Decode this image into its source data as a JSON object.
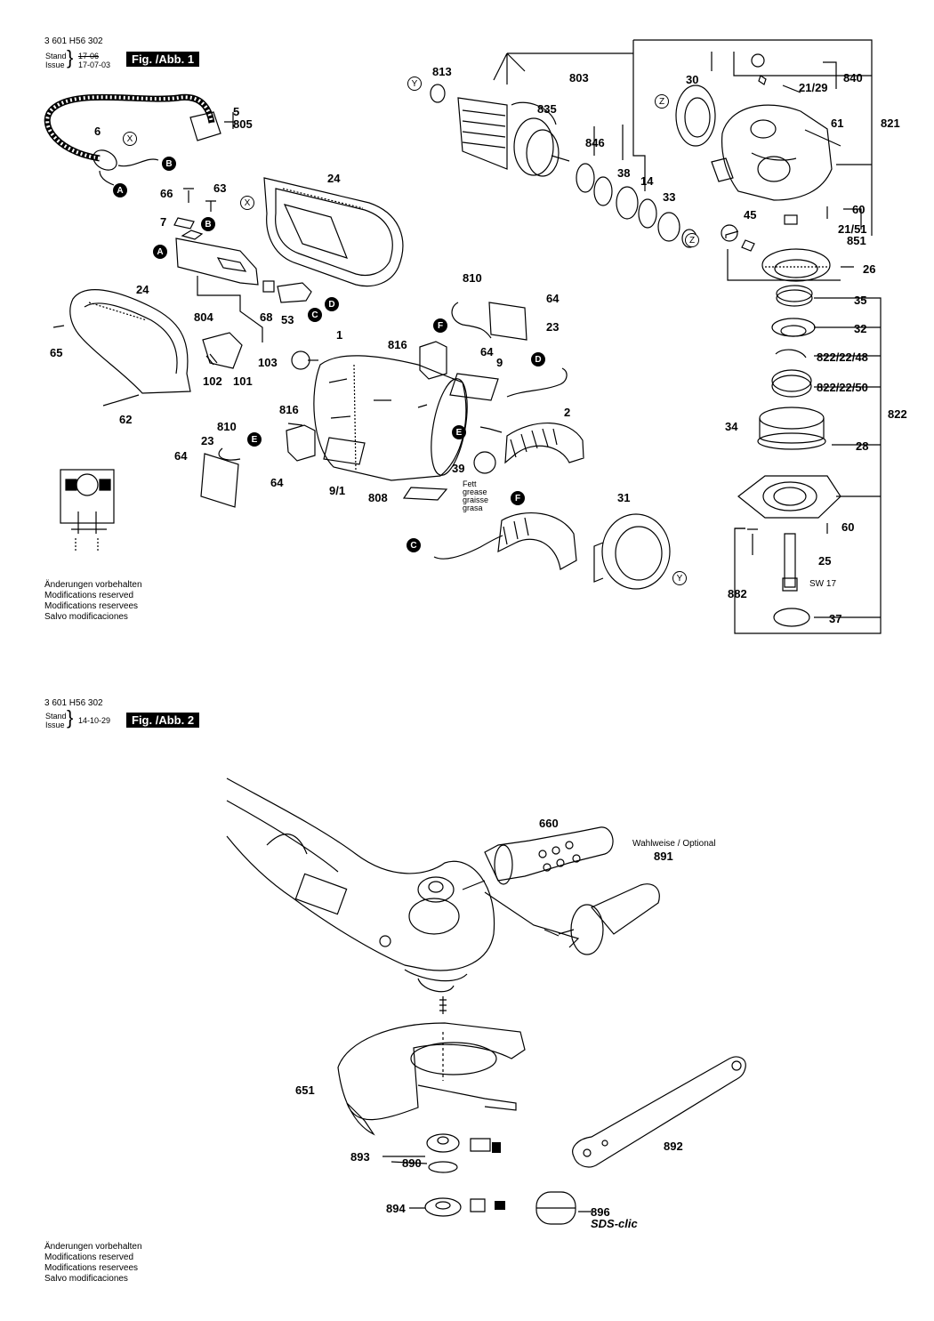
{
  "fig1": {
    "code": "3 601 H56 302",
    "stand_label": "Stand",
    "issue_label": "Issue",
    "date_old": "17-06",
    "date_new": "17-07-03",
    "fig_label": "Fig. /Abb. 1",
    "notes": [
      "Änderungen vorbehalten",
      "Modifications reserved",
      "Modifications reservees",
      "Salvo modificaciones"
    ],
    "labels": {
      "l5": "5",
      "l805": "805",
      "l6": "6",
      "l24a": "24",
      "l66": "66",
      "l63": "63",
      "l7": "7",
      "l24b": "24",
      "l65": "65",
      "l804": "804",
      "l68": "68",
      "l53": "53",
      "l103": "103",
      "l102": "102",
      "l101": "101",
      "l62": "62",
      "l1": "1",
      "l810a": "810",
      "l816a": "816",
      "l64a": "64",
      "l23a": "23",
      "l9": "9",
      "l2": "2",
      "l810b": "810",
      "l816b": "816",
      "l23b": "23",
      "l64b": "64",
      "l64c": "64",
      "l91": "9/1",
      "l808": "808",
      "l39": "39",
      "l31": "31",
      "l813": "813",
      "l803": "803",
      "l835": "835",
      "l846": "846",
      "l38": "38",
      "l14": "14",
      "l33": "33",
      "l30": "30",
      "l840": "840",
      "l2129": "21/29",
      "l61": "61",
      "l821": "821",
      "l60a": "60",
      "l45": "45",
      "l2151": "21/51",
      "l851": "851",
      "l26": "26",
      "l35": "35",
      "l32": "32",
      "l82248": "822/22/48",
      "l82250": "822/22/50",
      "l822": "822",
      "l34": "34",
      "l28": "28",
      "l60b": "60",
      "l25": "25",
      "lsw17": "SW 17",
      "l882": "882",
      "l37": "37",
      "l64d": "64"
    },
    "grease": [
      "Fett",
      "grease",
      "graisse",
      "grasa"
    ],
    "markers": {
      "x": "X",
      "y": "Y",
      "z": "Z",
      "a": "A",
      "b": "B",
      "c": "C",
      "d": "D",
      "e": "E",
      "f": "F"
    }
  },
  "fig2": {
    "code": "3 601 H56 302",
    "stand_label": "Stand",
    "issue_label": "Issue",
    "date": "14-10-29",
    "fig_label": "Fig. /Abb. 2",
    "notes": [
      "Änderungen vorbehalten",
      "Modifications reserved",
      "Modifications reservees",
      "Salvo modificaciones"
    ],
    "optional": "Wahlweise / Optional",
    "labels": {
      "l660": "660",
      "l891": "891",
      "l651": "651",
      "l892": "892",
      "l893": "893",
      "l890": "890",
      "l894": "894",
      "l896": "896",
      "sds": "SDS-clic"
    }
  }
}
